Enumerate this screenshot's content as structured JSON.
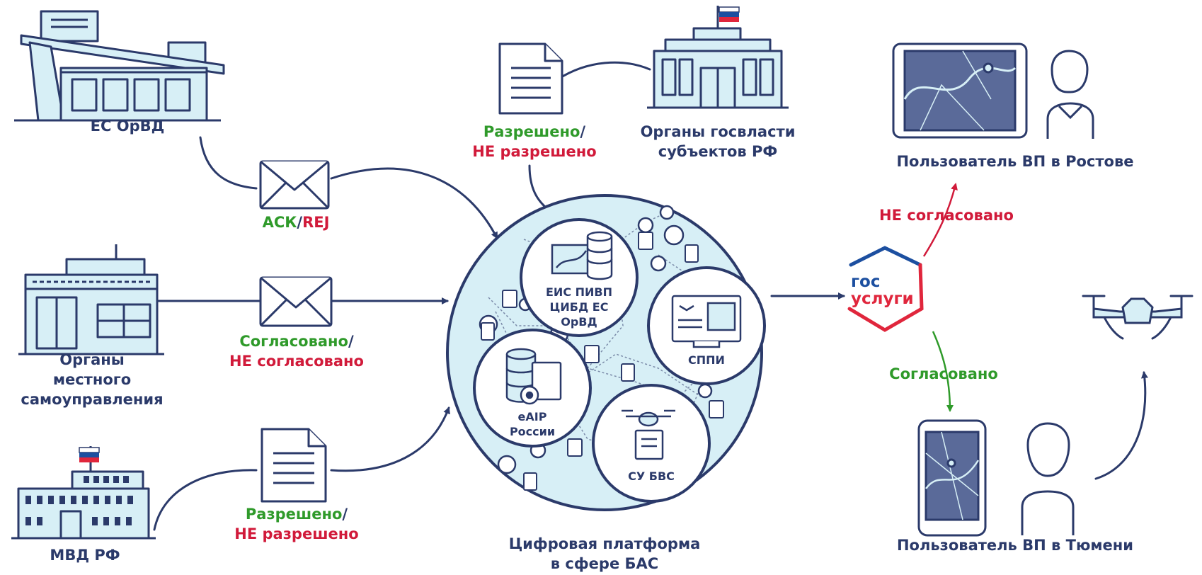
{
  "entities": {
    "es_orvd": "ЕС ОрВД",
    "local_gov": [
      "Органы",
      "местного",
      "самоуправления"
    ],
    "mvd": "МВД РФ",
    "regional_gov": [
      "Органы госвласти",
      "субъектов РФ"
    ],
    "user_rostov": "Пользователь ВП в Ростове",
    "user_tyumen": "Пользователь ВП в Тюмени",
    "platform": [
      "Цифровая платформа",
      "в сфере БАС"
    ]
  },
  "messages": {
    "ack": "АСК",
    "slash": "/",
    "rej": "REJ",
    "agreed": "Согласовано",
    "not_agreed": "НЕ согласовано",
    "allowed": "Разрешено",
    "not_allowed": "НЕ разрешено"
  },
  "nodes": {
    "eis": [
      "ЕИС ПИВП",
      "ЦИБД ЕС",
      "ОрВД"
    ],
    "sppi": "СППИ",
    "eaip": [
      "eAIP",
      "России"
    ],
    "su_bvs": "СУ БВС"
  },
  "gosuslugi": [
    "гос",
    "услуги"
  ],
  "colors": {
    "navy": "#2b3a6a",
    "green": "#2f9a2a",
    "red": "#d11a3a",
    "light_blue": "#d7eff6",
    "gos_blue": "#1c4fa0",
    "gos_red": "#e0263c"
  },
  "icons": [
    "building-icon",
    "envelope-icon",
    "document-icon",
    "flag-icon",
    "tablet-map-icon",
    "user-icon",
    "drone-icon",
    "database-icon",
    "monitor-icon",
    "server-icon"
  ]
}
